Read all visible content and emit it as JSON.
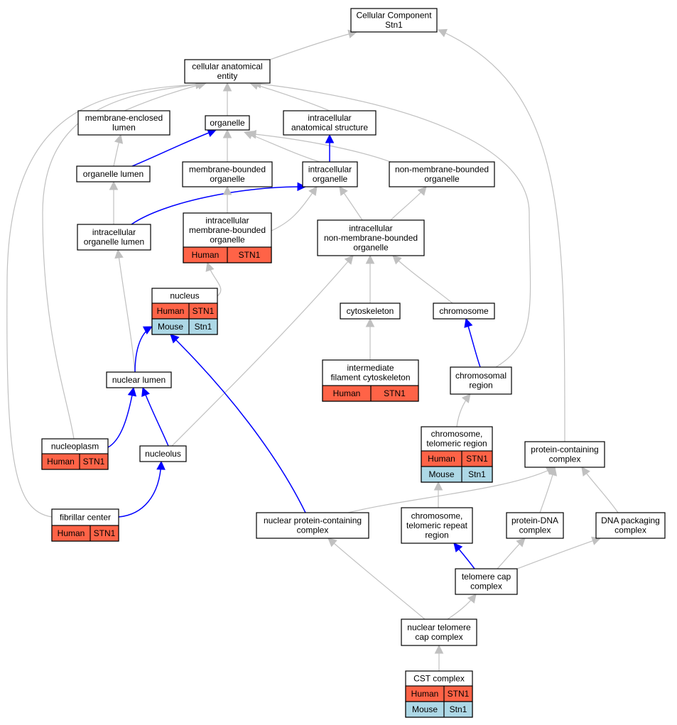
{
  "colors": {
    "human": "#ff6347",
    "mouse": "#add8e6",
    "edge_is_a": "#c0c0c0",
    "edge_part_of": "#0000ff",
    "node_border": "#000000",
    "node_fill": "#ffffff"
  },
  "nodes": [
    {
      "id": "cellular_component",
      "lines": [
        "Cellular Component",
        "Stn1"
      ]
    },
    {
      "id": "cellular_anatomical_entity",
      "lines": [
        "cellular anatomical",
        "entity"
      ]
    },
    {
      "id": "membrane_enclosed_lumen",
      "lines": [
        "membrane-enclosed",
        "lumen"
      ]
    },
    {
      "id": "organelle",
      "lines": [
        "organelle"
      ]
    },
    {
      "id": "intracellular_anatomical_structure",
      "lines": [
        "intracellular",
        "anatomical structure"
      ]
    },
    {
      "id": "organelle_lumen",
      "lines": [
        "organelle lumen"
      ]
    },
    {
      "id": "membrane_bounded_organelle",
      "lines": [
        "membrane-bounded",
        "organelle"
      ]
    },
    {
      "id": "intracellular_organelle",
      "lines": [
        "intracellular",
        "organelle"
      ]
    },
    {
      "id": "non_membrane_bounded_organelle",
      "lines": [
        "non-membrane-bounded",
        "organelle"
      ]
    },
    {
      "id": "intracellular_organelle_lumen",
      "lines": [
        "intracellular",
        "organelle lumen"
      ]
    },
    {
      "id": "intracellular_membrane_bounded_organelle",
      "lines": [
        "intracellular",
        "membrane-bounded",
        "organelle"
      ],
      "species": [
        {
          "org": "human",
          "label": "Human",
          "gene": "STN1"
        }
      ]
    },
    {
      "id": "intracellular_non_membrane_bounded_organelle",
      "lines": [
        "intracellular",
        "non-membrane-bounded",
        "organelle"
      ]
    },
    {
      "id": "nucleus",
      "lines": [
        "nucleus"
      ],
      "species": [
        {
          "org": "human",
          "label": "Human",
          "gene": "STN1"
        },
        {
          "org": "mouse",
          "label": "Mouse",
          "gene": "Stn1"
        }
      ]
    },
    {
      "id": "cytoskeleton",
      "lines": [
        "cytoskeleton"
      ]
    },
    {
      "id": "chromosome",
      "lines": [
        "chromosome"
      ]
    },
    {
      "id": "intermediate_filament_cytoskeleton",
      "lines": [
        "intermediate",
        "filament cytoskeleton"
      ],
      "species": [
        {
          "org": "human",
          "label": "Human",
          "gene": "STN1"
        }
      ]
    },
    {
      "id": "chromosomal_region",
      "lines": [
        "chromosomal",
        "region"
      ]
    },
    {
      "id": "nuclear_lumen",
      "lines": [
        "nuclear lumen"
      ]
    },
    {
      "id": "chromosome_telomeric_region",
      "lines": [
        "chromosome,",
        "telomeric region"
      ],
      "species": [
        {
          "org": "human",
          "label": "Human",
          "gene": "STN1"
        },
        {
          "org": "mouse",
          "label": "Mouse",
          "gene": "Stn1"
        }
      ]
    },
    {
      "id": "nucleoplasm",
      "lines": [
        "nucleoplasm"
      ],
      "species": [
        {
          "org": "human",
          "label": "Human",
          "gene": "STN1"
        }
      ]
    },
    {
      "id": "nucleolus",
      "lines": [
        "nucleolus"
      ]
    },
    {
      "id": "protein_containing_complex",
      "lines": [
        "protein-containing",
        "complex"
      ]
    },
    {
      "id": "fibrillar_center",
      "lines": [
        "fibrillar center"
      ],
      "species": [
        {
          "org": "human",
          "label": "Human",
          "gene": "STN1"
        }
      ]
    },
    {
      "id": "nuclear_protein_containing_complex",
      "lines": [
        "nuclear protein-containing",
        "complex"
      ]
    },
    {
      "id": "chromosome_telomeric_repeat_region",
      "lines": [
        "chromosome,",
        "telomeric repeat",
        "region"
      ]
    },
    {
      "id": "protein_dna_complex",
      "lines": [
        "protein-DNA",
        "complex"
      ]
    },
    {
      "id": "dna_packaging_complex",
      "lines": [
        "DNA packaging",
        "complex"
      ]
    },
    {
      "id": "telomere_cap_complex",
      "lines": [
        "telomere cap",
        "complex"
      ]
    },
    {
      "id": "nuclear_telomere_cap_complex",
      "lines": [
        "nuclear telomere",
        "cap complex"
      ]
    },
    {
      "id": "cst_complex",
      "lines": [
        "CST complex"
      ],
      "species": [
        {
          "org": "human",
          "label": "Human",
          "gene": "STN1"
        },
        {
          "org": "mouse",
          "label": "Mouse",
          "gene": "Stn1"
        }
      ]
    }
  ],
  "edges": [
    {
      "from": "cellular_anatomical_entity",
      "to": "cellular_component",
      "type": "is_a"
    },
    {
      "from": "protein_containing_complex",
      "to": "cellular_component",
      "type": "is_a"
    },
    {
      "from": "membrane_enclosed_lumen",
      "to": "cellular_anatomical_entity",
      "type": "is_a"
    },
    {
      "from": "organelle",
      "to": "cellular_anatomical_entity",
      "type": "is_a"
    },
    {
      "from": "intracellular_anatomical_structure",
      "to": "cellular_anatomical_entity",
      "type": "is_a"
    },
    {
      "from": "nucleoplasm",
      "to": "cellular_anatomical_entity",
      "type": "is_a"
    },
    {
      "from": "fibrillar_center",
      "to": "cellular_anatomical_entity",
      "type": "is_a"
    },
    {
      "from": "chromosomal_region",
      "to": "cellular_anatomical_entity",
      "type": "is_a"
    },
    {
      "from": "organelle_lumen",
      "to": "membrane_enclosed_lumen",
      "type": "is_a"
    },
    {
      "from": "organelle_lumen",
      "to": "organelle",
      "type": "part_of"
    },
    {
      "from": "membrane_bounded_organelle",
      "to": "organelle",
      "type": "is_a"
    },
    {
      "from": "intracellular_organelle",
      "to": "organelle",
      "type": "is_a"
    },
    {
      "from": "non_membrane_bounded_organelle",
      "to": "organelle",
      "type": "is_a"
    },
    {
      "from": "intracellular_organelle",
      "to": "intracellular_anatomical_structure",
      "type": "part_of"
    },
    {
      "from": "intracellular_organelle_lumen",
      "to": "organelle_lumen",
      "type": "is_a"
    },
    {
      "from": "intracellular_organelle_lumen",
      "to": "intracellular_organelle",
      "type": "part_of"
    },
    {
      "from": "intracellular_membrane_bounded_organelle",
      "to": "membrane_bounded_organelle",
      "type": "is_a"
    },
    {
      "from": "intracellular_membrane_bounded_organelle",
      "to": "intracellular_organelle",
      "type": "is_a"
    },
    {
      "from": "intracellular_non_membrane_bounded_organelle",
      "to": "intracellular_organelle",
      "type": "is_a"
    },
    {
      "from": "intracellular_non_membrane_bounded_organelle",
      "to": "non_membrane_bounded_organelle",
      "type": "is_a"
    },
    {
      "from": "nucleus",
      "to": "intracellular_membrane_bounded_organelle",
      "type": "is_a"
    },
    {
      "from": "nuclear_lumen",
      "to": "intracellular_organelle_lumen",
      "type": "is_a"
    },
    {
      "from": "nuclear_lumen",
      "to": "nucleus",
      "type": "part_of"
    },
    {
      "from": "cytoskeleton",
      "to": "intracellular_non_membrane_bounded_organelle",
      "type": "is_a"
    },
    {
      "from": "chromosome",
      "to": "intracellular_non_membrane_bounded_organelle",
      "type": "is_a"
    },
    {
      "from": "nucleolus",
      "to": "intracellular_non_membrane_bounded_organelle",
      "type": "is_a"
    },
    {
      "from": "intermediate_filament_cytoskeleton",
      "to": "cytoskeleton",
      "type": "is_a"
    },
    {
      "from": "chromosomal_region",
      "to": "chromosome",
      "type": "part_of"
    },
    {
      "from": "nucleoplasm",
      "to": "nuclear_lumen",
      "type": "part_of"
    },
    {
      "from": "nucleolus",
      "to": "nuclear_lumen",
      "type": "part_of"
    },
    {
      "from": "fibrillar_center",
      "to": "nucleolus",
      "type": "part_of"
    },
    {
      "from": "chromosome_telomeric_region",
      "to": "chromosomal_region",
      "type": "is_a"
    },
    {
      "from": "chromosome_telomeric_repeat_region",
      "to": "chromosome_telomeric_region",
      "type": "is_a"
    },
    {
      "from": "nuclear_protein_containing_complex",
      "to": "nucleus",
      "type": "part_of"
    },
    {
      "from": "nuclear_protein_containing_complex",
      "to": "protein_containing_complex",
      "type": "is_a"
    },
    {
      "from": "protein_dna_complex",
      "to": "protein_containing_complex",
      "type": "is_a"
    },
    {
      "from": "dna_packaging_complex",
      "to": "protein_containing_complex",
      "type": "is_a"
    },
    {
      "from": "telomere_cap_complex",
      "to": "chromosome_telomeric_repeat_region",
      "type": "part_of"
    },
    {
      "from": "telomere_cap_complex",
      "to": "protein_dna_complex",
      "type": "is_a"
    },
    {
      "from": "telomere_cap_complex",
      "to": "dna_packaging_complex",
      "type": "is_a"
    },
    {
      "from": "nuclear_telomere_cap_complex",
      "to": "nuclear_protein_containing_complex",
      "type": "is_a"
    },
    {
      "from": "nuclear_telomere_cap_complex",
      "to": "telomere_cap_complex",
      "type": "is_a"
    },
    {
      "from": "cst_complex",
      "to": "nuclear_telomere_cap_complex",
      "type": "is_a"
    }
  ]
}
